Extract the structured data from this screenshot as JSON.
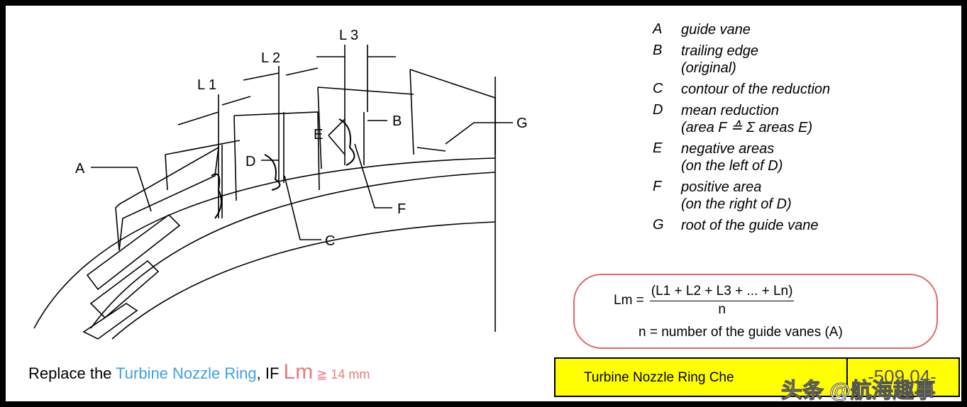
{
  "diagram": {
    "callouts": {
      "A": "A",
      "B": "B",
      "C": "C",
      "D": "D",
      "E": "E",
      "F": "F",
      "G": "G",
      "L1": "L 1",
      "L2": "L 2",
      "L3": "L 3"
    }
  },
  "legend": [
    {
      "key": "A",
      "lines": [
        "guide vane"
      ]
    },
    {
      "key": "B",
      "lines": [
        "trailing edge",
        "(original)"
      ]
    },
    {
      "key": "C",
      "lines": [
        "contour of the reduction"
      ]
    },
    {
      "key": "D",
      "lines": [
        "mean reduction",
        "(area F ≙ Σ areas E)"
      ]
    },
    {
      "key": "E",
      "lines": [
        "negative areas",
        "(on the left of D)"
      ]
    },
    {
      "key": "F",
      "lines": [
        "positive area",
        "(on the right of D)"
      ]
    },
    {
      "key": "G",
      "lines": [
        "root of the guide vane"
      ]
    }
  ],
  "formula": {
    "lhs": "Lm =",
    "numerator": "(L1 + L2 + L3 + ... + Ln)",
    "denominator": "n",
    "note": "n = number of the guide vanes (A)"
  },
  "replace_text": {
    "prefix": "Replace the ",
    "highlight": "Turbine Nozzle Ring",
    "middle": ", IF ",
    "lm": "Lm",
    "condition": " ≧ 14 mm"
  },
  "footer": {
    "title": "Turbine Nozzle Ring Che",
    "code": "-509.04-"
  },
  "watermark": "头条 @航海趣事"
}
